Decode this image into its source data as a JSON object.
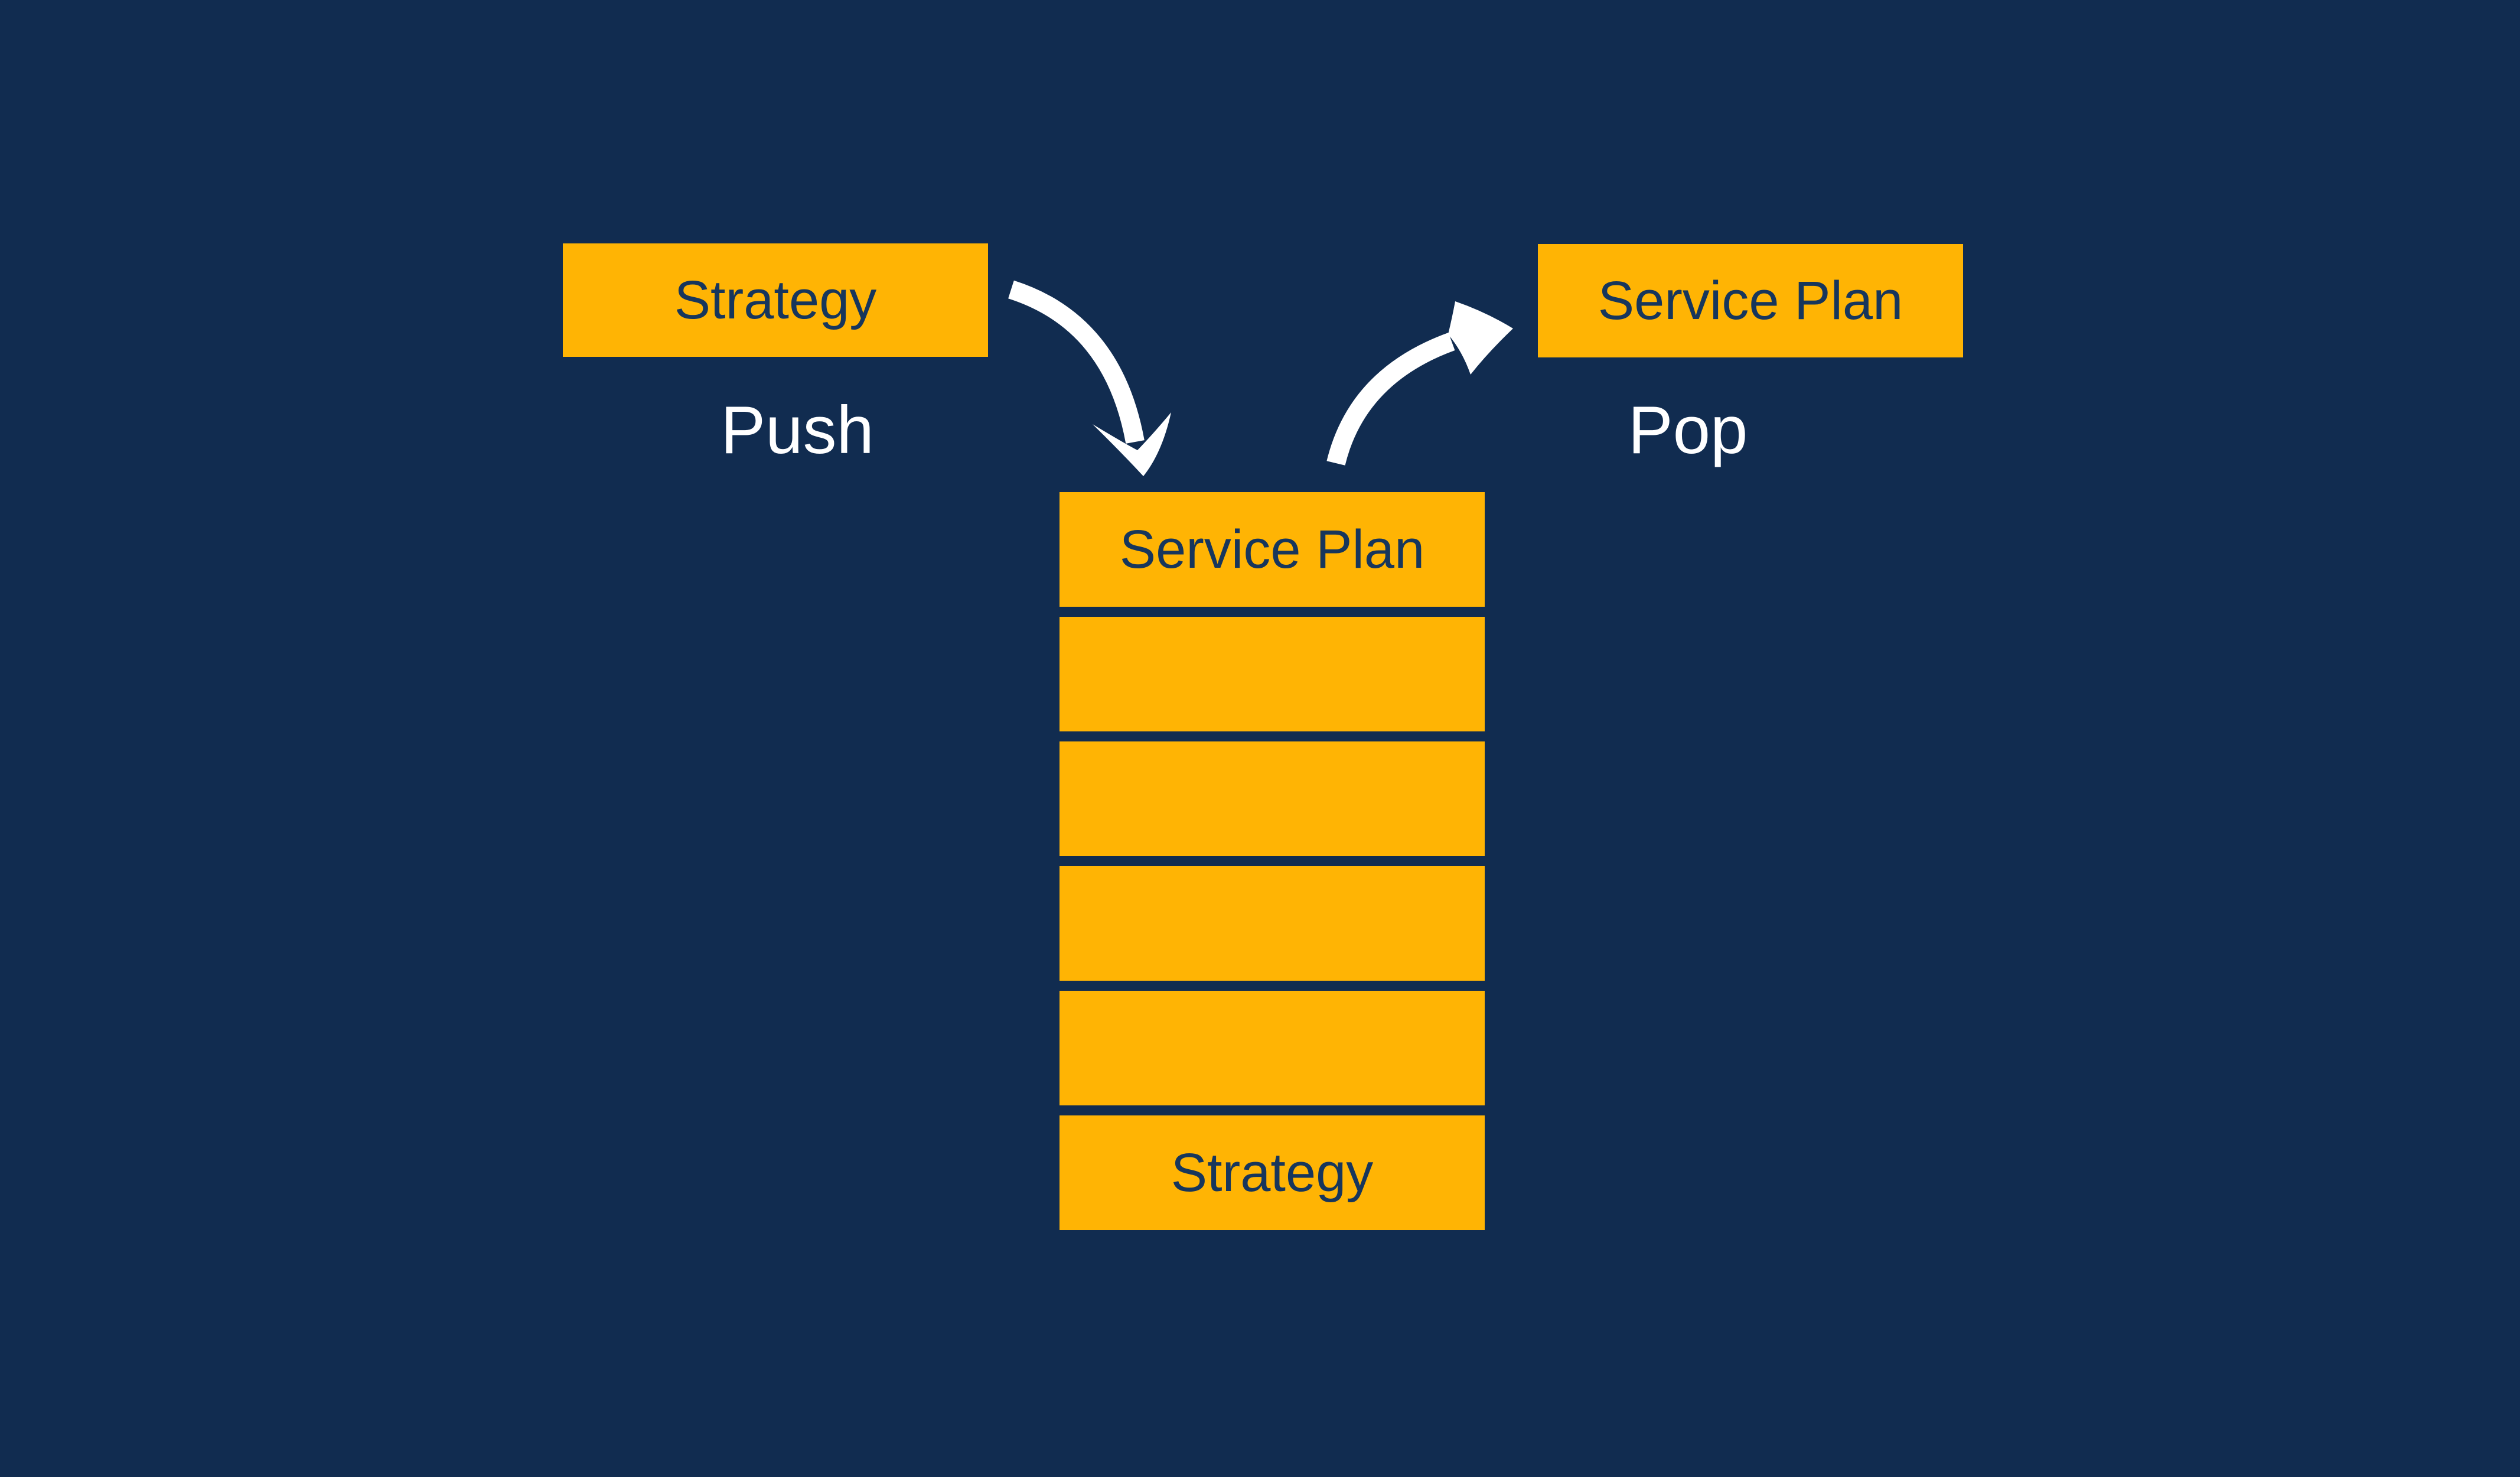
{
  "colors": {
    "bg": "#112C50",
    "accent": "#FFB404",
    "box-text": "#17365C",
    "op-text": "#FFFFFF",
    "arrow": "#FFFFFF"
  },
  "diagram": {
    "push_source": {
      "label": "Strategy"
    },
    "push_operation": {
      "label": "Push"
    },
    "pop_target": {
      "label": "Service Plan"
    },
    "pop_operation": {
      "label": "Pop"
    },
    "stack": {
      "rows": [
        {
          "label": "Service Plan"
        },
        {
          "label": ""
        },
        {
          "label": ""
        },
        {
          "label": ""
        },
        {
          "label": ""
        },
        {
          "label": "Strategy"
        }
      ]
    }
  }
}
